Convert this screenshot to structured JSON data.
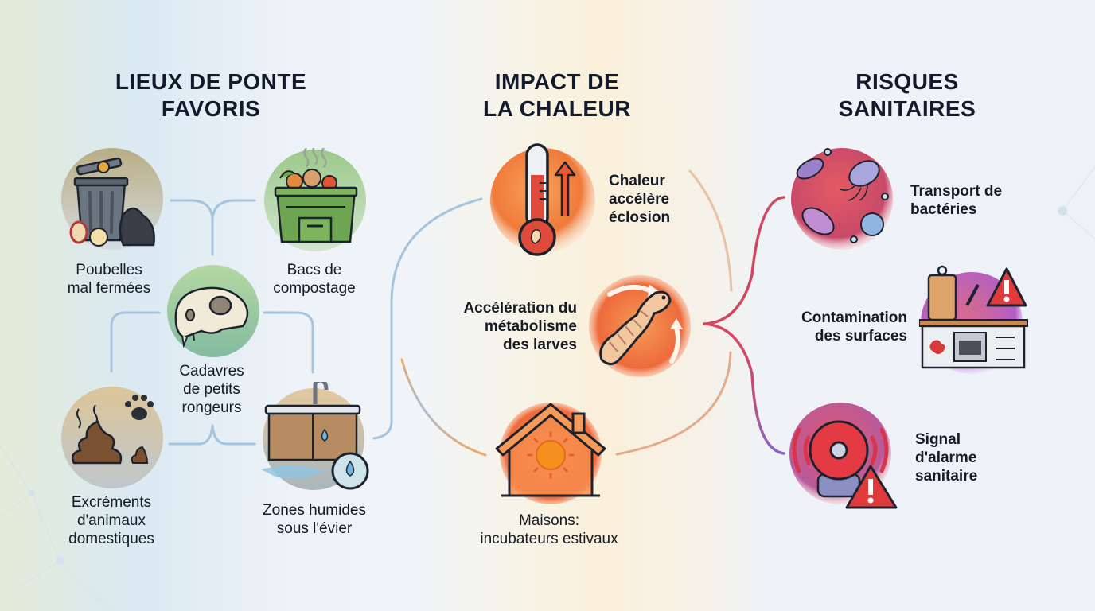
{
  "sections": {
    "lieux": {
      "title_line1": "LIEUX DE PONTE",
      "title_line2": "FAVORIS",
      "items": [
        {
          "icon": "trash-can-icon",
          "line1": "Poubelles",
          "line2": "mal fermées"
        },
        {
          "icon": "compost-bin-icon",
          "line1": "Bacs de",
          "line2": "compostage"
        },
        {
          "icon": "skull-icon",
          "line1": "Cadavres",
          "line2": "de petits",
          "line3": "rongeurs"
        },
        {
          "icon": "excrement-icon",
          "line1": "Excréments",
          "line2": "d'animaux",
          "line3": "domestiques"
        },
        {
          "icon": "sink-leak-icon",
          "line1": "Zones humides",
          "line2": "sous l'évier"
        }
      ]
    },
    "chaleur": {
      "title_line1": "IMPACT DE",
      "title_line2": "LA CHALEUR",
      "items": [
        {
          "icon": "thermometer-icon",
          "line1": "Chaleur",
          "line2": "accélère",
          "line3": "éclosion"
        },
        {
          "icon": "larva-icon",
          "line1": "Accélération du",
          "line2": "métabolisme",
          "line3": "des larves"
        },
        {
          "icon": "hot-house-icon",
          "line1": "Maisons:",
          "line2": "incubateurs estivaux"
        }
      ]
    },
    "risques": {
      "title_line1": "RISQUES",
      "title_line2": "SANITAIRES",
      "items": [
        {
          "icon": "bacteria-icon",
          "line1": "Transport de",
          "line2": "bactéries"
        },
        {
          "icon": "kitchen-warning-icon",
          "line1": "Contamination",
          "line2": "des surfaces"
        },
        {
          "icon": "alarm-bell-icon",
          "line1": "Signal",
          "line2": "d'alarme",
          "line3": "sanitaire"
        }
      ]
    }
  },
  "colors": {
    "connector_blue": "#9dc0dc",
    "heat_orange": "#f07a3a",
    "risk_red": "#d9475a",
    "risk_purple": "#8a62c4",
    "text": "#141a2a"
  }
}
